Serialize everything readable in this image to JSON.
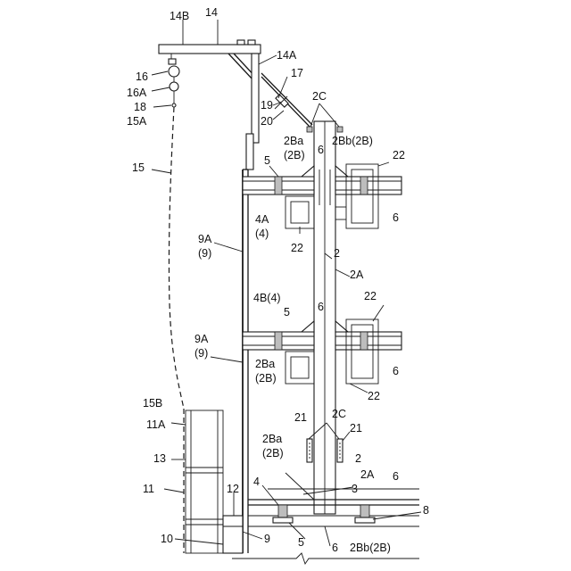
{
  "labels": {
    "l14B": "14B",
    "l14": "14",
    "l14A": "14A",
    "l16": "16",
    "l16A": "16A",
    "l18": "18",
    "l15A": "15A",
    "l17": "17",
    "l19": "19",
    "l20": "20",
    "l2C_top": "2C",
    "l2Ba_top": "2Ba",
    "l2B_top": "(2B)",
    "l6_top": "6",
    "l2Bb_top": "2Bb(2B)",
    "l22_top": "22",
    "l5_top": "5",
    "l15": "15",
    "l4A": "4A",
    "l4_a": "(4)",
    "l22_b": "22",
    "l6_r1": "6",
    "l9A_1": "9A",
    "l9_1": "(9)",
    "l2_1": "2",
    "l2A_1": "2A",
    "l4B": "4B(4)",
    "l5_mid": "5",
    "l6_mid": "6",
    "l22_mid": "22",
    "l9A_2": "9A",
    "l9_2": "(9)",
    "l2Ba_mid": "2Ba",
    "l2B_mid": "(2B)",
    "l6_r2": "6",
    "l22_mid2": "22",
    "l15B": "15B",
    "l21_a": "21",
    "l2C_mid": "2C",
    "l11A": "11A",
    "l21_b": "21",
    "l2Ba_low": "2Ba",
    "l2B_low": "(2B)",
    "l13": "13",
    "l2_2": "2",
    "l2A_2": "2A",
    "l6_low": "6",
    "l11": "11",
    "l12": "12",
    "l4_low": "4",
    "l3": "3",
    "l8": "8",
    "l10": "10",
    "l9": "9",
    "l5_low": "5",
    "l6_bot": "6",
    "l2Bb_bot": "2Bb(2B)"
  }
}
